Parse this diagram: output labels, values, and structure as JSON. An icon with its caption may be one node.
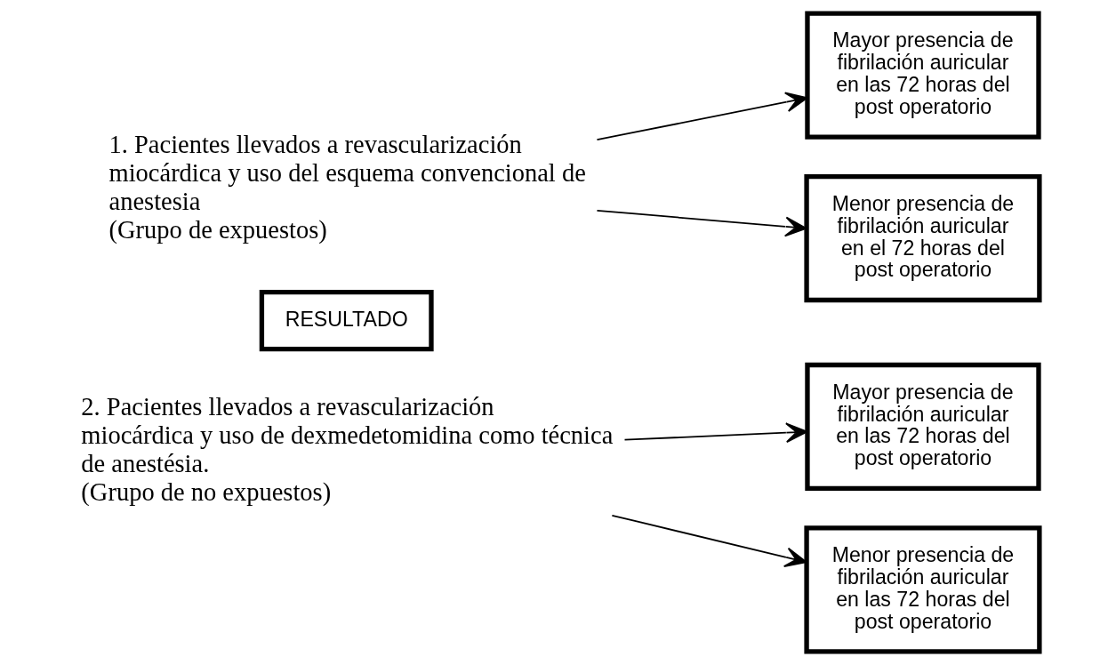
{
  "diagram": {
    "nodes": [
      {
        "text": [
          "1. Pacientes llevados a revascularización miocárdica y uso del esquema convencional de anestesia",
          "(Grupo de expuestos)"
        ]
      },
      {
        "text": [
          "Mayor presencia de fibrilación auricular en las 72 horas del post operatorio"
        ]
      },
      {
        "text": [
          "Menor presencia de fibrilación auricular en el 72 horas del post operatorio"
        ]
      },
      {
        "text": [
          "RESULTADO"
        ]
      },
      {
        "text": [
          "2. Pacientes llevados a revascularización miocárdica y uso de dexmedetomidina como técnica de anestésia.",
          "(Grupo de no expuestos)"
        ]
      },
      {
        "text": [
          "Mayor presencia de fibrilación auricular en las 72 horas del post operatorio"
        ]
      },
      {
        "text": [
          "Menor presencia de fibrilación auricular en las 72 horas del post operatorio"
        ]
      }
    ],
    "edges": [
      {
        "from": 0,
        "to": 1,
        "arrow": "to"
      },
      {
        "from": 0,
        "to": 2,
        "arrow": "to"
      },
      {
        "from": 4,
        "to": 5,
        "arrow": "to"
      },
      {
        "from": 4,
        "to": 6,
        "arrow": "to"
      }
    ]
  }
}
